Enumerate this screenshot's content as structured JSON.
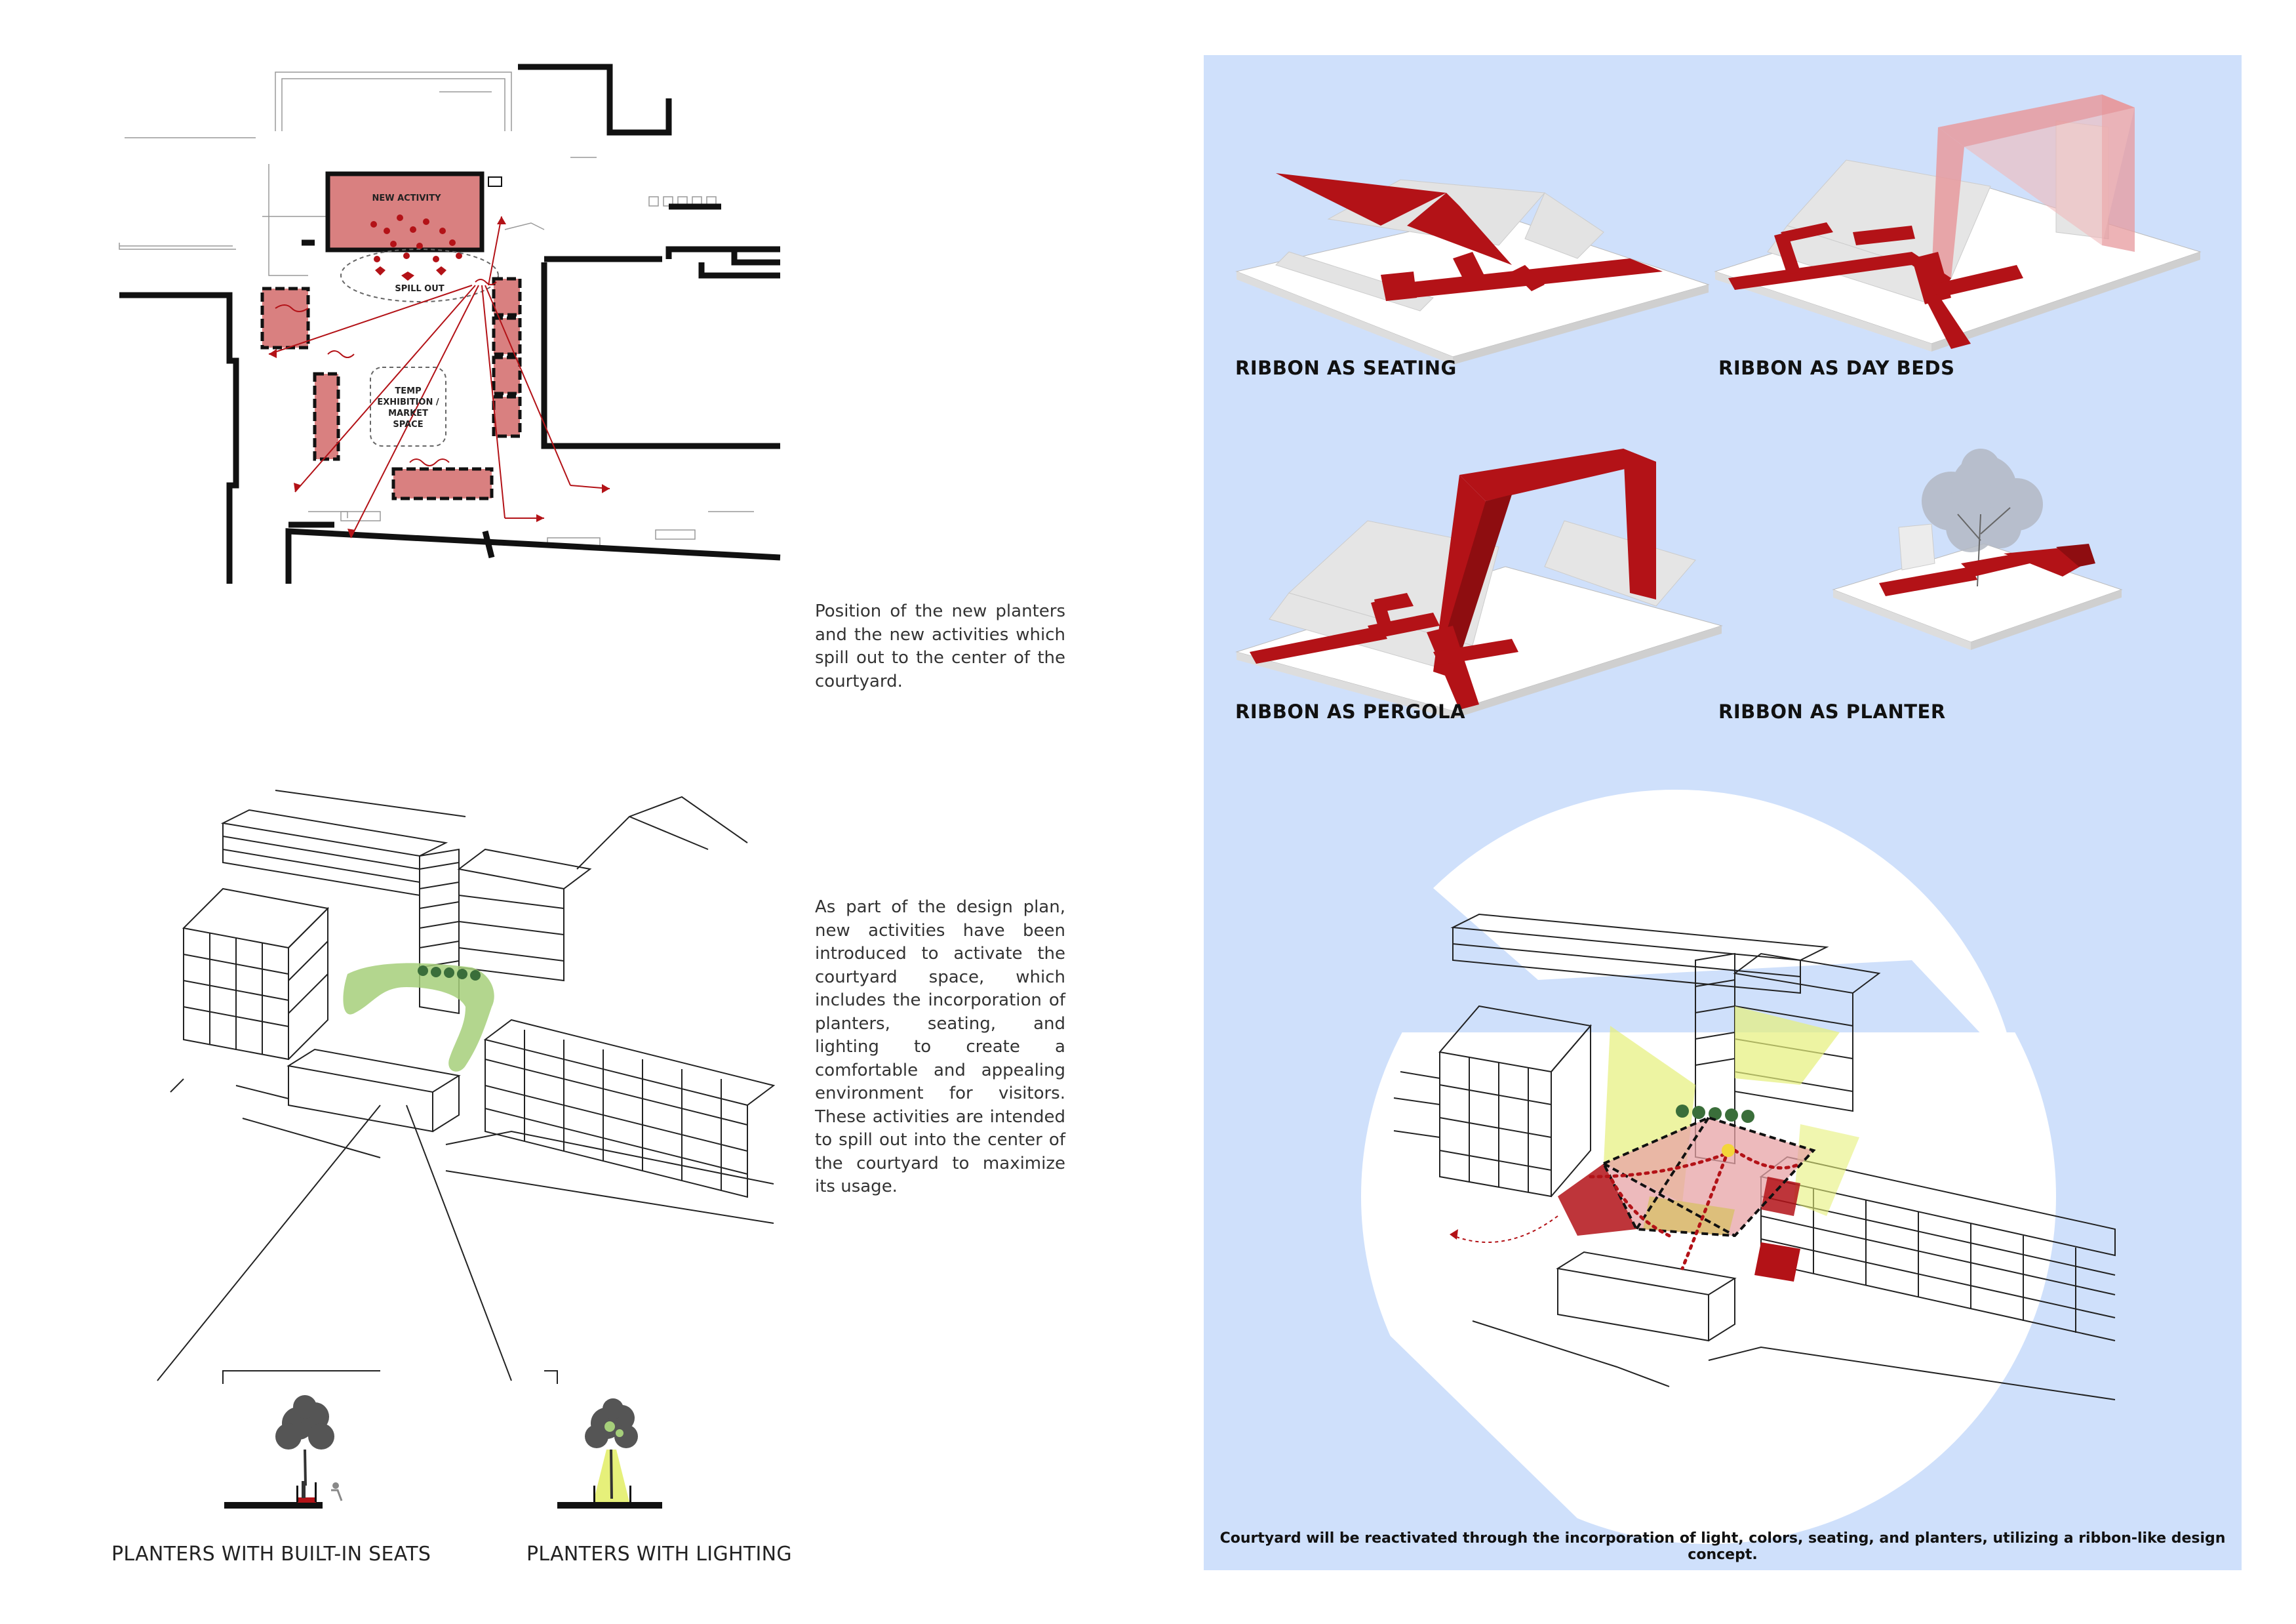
{
  "plan": {
    "new_activity": "NEW ACTIVITY",
    "spill_out": "SPILL OUT",
    "temp_line1": "TEMP",
    "temp_line2": "EXHIBITION /",
    "temp_line3": "MARKET",
    "temp_line4": "SPACE",
    "description": "Position of the new planters and the new activities which spill out to the center of the courtyard."
  },
  "axon": {
    "description": "As part of the design plan, new activities have been introduced to activate the courtyard space, which includes the incorporation of planters, seating, and lighting to create a comfortable and appealing environment for visitors. These activities are intended to spill out into the center of the courtyard to maximize its usage."
  },
  "planters": {
    "seats_label": "PLANTERS WITH BUILT-IN SEATS",
    "lighting_label": "PLANTERS WITH LIGHTING"
  },
  "ribbons": {
    "seating": "RIBBON AS SEATING",
    "day_beds": "RIBBON AS DAY BEDS",
    "pergola": "RIBBON AS PERGOLA",
    "planter": "RIBBON AS PLANTER"
  },
  "panel_caption": "Courtyard will be reactivated through the incorporation of light, colors, seating, and planters, utilizing a ribbon-like design concept.",
  "colors": {
    "panel_bg": "#cfe0fb",
    "ribbon_red": "#b31217",
    "plan_pink": "#d98080",
    "green_planter": "#a6cf7a",
    "light_yellow": "#e6f07a"
  }
}
